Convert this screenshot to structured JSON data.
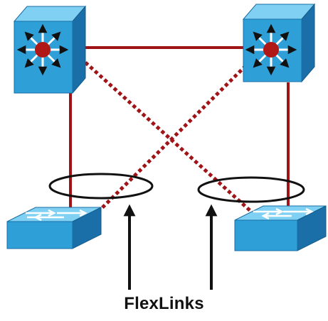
{
  "caption": "FlexLinks",
  "nodes": [
    {
      "id": "core-left",
      "kind": "multilayer-switch"
    },
    {
      "id": "core-right",
      "kind": "multilayer-switch"
    },
    {
      "id": "access-left",
      "kind": "workgroup-switch"
    },
    {
      "id": "access-right",
      "kind": "workgroup-switch"
    }
  ],
  "links": [
    {
      "from": "core-left",
      "to": "core-right",
      "style": "solid"
    },
    {
      "from": "core-left",
      "to": "access-left",
      "style": "solid"
    },
    {
      "from": "core-right",
      "to": "access-right",
      "style": "solid"
    },
    {
      "from": "core-left",
      "to": "access-right",
      "style": "dotted"
    },
    {
      "from": "core-right",
      "to": "access-left",
      "style": "dotted"
    }
  ],
  "colors": {
    "switch_face": "#2f9fd8",
    "switch_top": "#7fd0f3",
    "switch_side": "#1b6fa8",
    "router_center": "#b01818",
    "link": "#a01418",
    "ellipse": "#111111",
    "arrow": "#111111",
    "caption": "#111111"
  }
}
